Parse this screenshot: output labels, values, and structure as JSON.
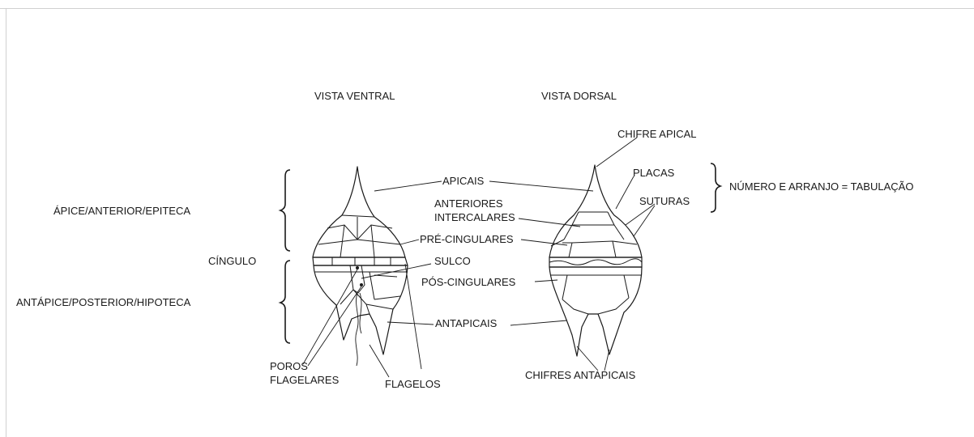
{
  "views": {
    "ventral": "VISTA VENTRAL",
    "dorsal": "VISTA DORSAL"
  },
  "regions": {
    "epitheca": "ÁPICE/ANTERIOR/EPITECA",
    "cingulum": "CÍNGULO",
    "hypotheca": "ANTÁPICE/POSTERIOR/HIPOTECA"
  },
  "structures": {
    "apical_horn": "CHIFRE APICAL",
    "plates": "PLACAS",
    "sutures": "SUTURAS",
    "apicals": "APICAIS",
    "anterior_intercalary_1": "ANTERIORES",
    "anterior_intercalary_2": "INTERCALARES",
    "precingular": "PRÉ-CINGULARES",
    "sulcus": "SULCO",
    "postcingular": "PÓS-CINGULARES",
    "antapicals": "ANTAPICAIS",
    "flagellar_pores_1": "POROS",
    "flagellar_pores_2": "FLAGELARES",
    "flagella": "FLAGELOS",
    "antapical_horns": "CHIFRES ANTAPICAIS",
    "tabulation": "NÚMERO E ARRANJO = TABULAÇÃO"
  }
}
